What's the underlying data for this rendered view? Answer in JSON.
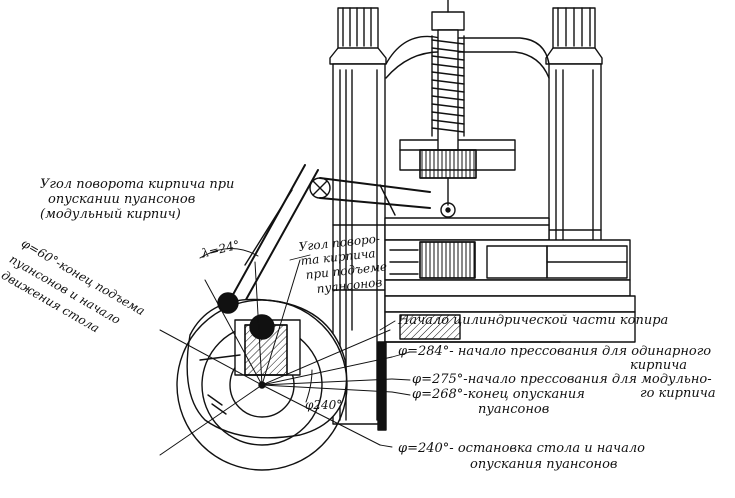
{
  "labels": {
    "brick_rotation_title": [
      "Угол поворота кирпича при",
      "опускании пуансонов",
      "(модульный кирпич)"
    ],
    "lambda_angle": "λ=24°",
    "phi60": [
      "φ=60°-конец подъема",
      "пуансонов и начало",
      "движения стола"
    ],
    "rotation_on_lift": [
      "Угол поворо-",
      "та кирпича",
      "при подъеме",
      "пуансонов"
    ],
    "cylinder_start": "Начало цилиндрической части копира",
    "phi284": [
      "φ=284°- начало прессования для одинарного",
      "кирпича"
    ],
    "phi275": [
      "φ=275°-начало прессования для модульно-",
      "го кирпича"
    ],
    "phi268": [
      "φ=268°-конец опускания",
      "пуансонов"
    ],
    "phi240_marker": "φ240°",
    "phi240": [
      "φ=240°- остановка стола и начало",
      "опускания пуансонов"
    ]
  },
  "colors": {
    "ink": "#111111",
    "paper": "#ffffff"
  }
}
